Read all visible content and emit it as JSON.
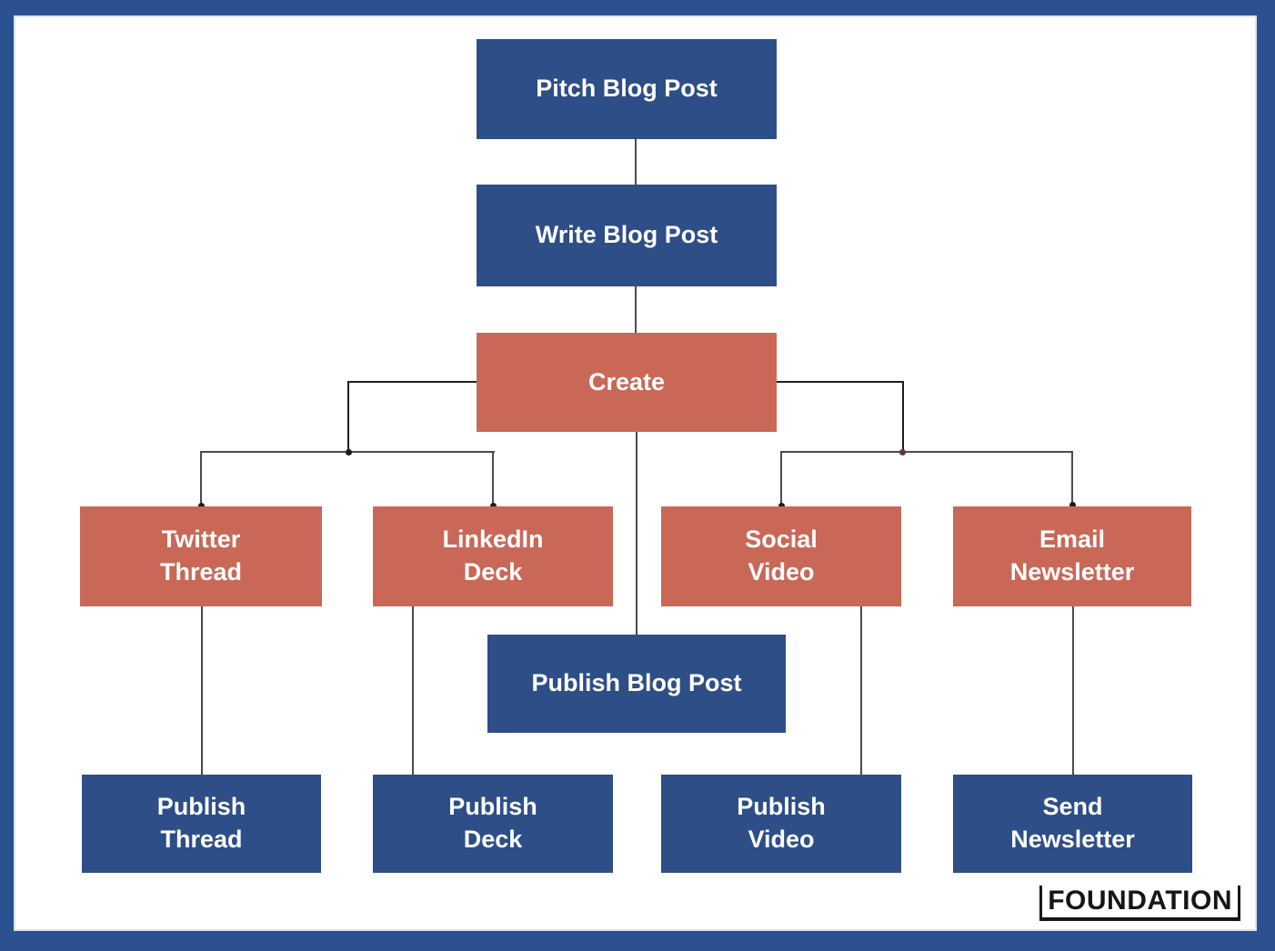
{
  "diagram": {
    "nodes": {
      "pitch": {
        "label": "Pitch Blog Post",
        "color": "blue"
      },
      "write": {
        "label": "Write Blog Post",
        "color": "blue"
      },
      "create": {
        "label": "Create",
        "color": "red"
      },
      "twitter": {
        "label": "Twitter\nThread",
        "color": "red"
      },
      "linkedin": {
        "label": "LinkedIn\nDeck",
        "color": "red"
      },
      "social": {
        "label": "Social\nVideo",
        "color": "red"
      },
      "email": {
        "label": "Email\nNewsletter",
        "color": "red"
      },
      "publish_blog": {
        "label": "Publish Blog Post",
        "color": "blue"
      },
      "publish_thread": {
        "label": "Publish\nThread",
        "color": "blue"
      },
      "publish_deck": {
        "label": "Publish\nDeck",
        "color": "blue"
      },
      "publish_video": {
        "label": "Publish\nVideo",
        "color": "blue"
      },
      "send_newsletter": {
        "label": "Send\nNewsletter",
        "color": "blue"
      }
    },
    "edges": [
      {
        "from": "pitch",
        "to": "write"
      },
      {
        "from": "write",
        "to": "create"
      },
      {
        "from": "create",
        "to": "twitter"
      },
      {
        "from": "create",
        "to": "linkedin"
      },
      {
        "from": "create",
        "to": "social"
      },
      {
        "from": "create",
        "to": "email"
      },
      {
        "from": "create",
        "to": "publish_blog"
      },
      {
        "from": "twitter",
        "to": "publish_thread"
      },
      {
        "from": "linkedin",
        "to": "publish_deck"
      },
      {
        "from": "social",
        "to": "publish_video"
      },
      {
        "from": "email",
        "to": "send_newsletter"
      }
    ]
  },
  "colors": {
    "node_blue": "#2d4e86",
    "node_red": "#c96857",
    "frame_blue": "#2b5190",
    "edge_gray": "#4b4b4b",
    "edge_dark": "#1e1e1e",
    "junction_dot_brown": "#5d3b33",
    "node_text": "#ffffff"
  },
  "logo": {
    "text": "FOUNDATION"
  }
}
